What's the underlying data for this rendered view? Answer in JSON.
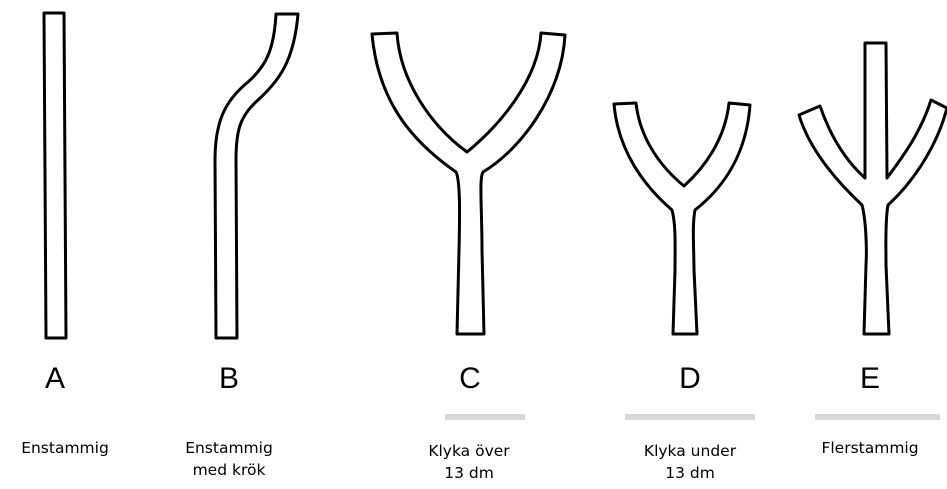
{
  "items": [
    {
      "letter": "A",
      "caption_line1": "Enstammig",
      "caption_line2": "",
      "shape": "single-stem"
    },
    {
      "letter": "B",
      "caption_line1": "Enstammig",
      "caption_line2": "med krök",
      "shape": "single-stem-curved"
    },
    {
      "letter": "C",
      "caption_line1": "Klyka över",
      "caption_line2": "13 dm",
      "shape": "fork-high"
    },
    {
      "letter": "D",
      "caption_line1": "Klyka under",
      "caption_line2": "13 dm",
      "shape": "fork-low"
    },
    {
      "letter": "E",
      "caption_line1": "Flerstammig",
      "caption_line2": "",
      "shape": "multi-stem"
    }
  ],
  "colors": {
    "outline": "#000000",
    "fill": "#ffffff",
    "background": "#ffffff"
  }
}
